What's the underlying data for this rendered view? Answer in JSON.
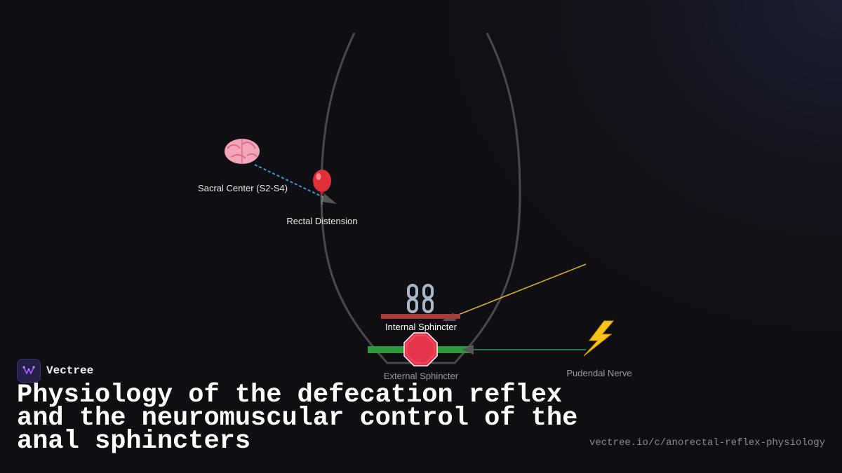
{
  "brand": {
    "name": "Vectree",
    "accent": "#a855f7"
  },
  "title": "Physiology of the defecation reflex and the neuromuscular control of the anal sphincters",
  "url": "vectree.io/c/anorectal-reflex-physiology",
  "diagram": {
    "labels": {
      "sacral_center": "Sacral Center (S2-S4)",
      "rectal_distension": "Rectal Distension",
      "internal_sphincter": "Internal Sphincter",
      "external_sphincter": "External Sphincter",
      "pudendal_nerve": "Pudendal Nerve"
    },
    "icons": {
      "sacral_center": "brain-icon",
      "rectal_distension": "balloon-icon",
      "internal_sphincter": "chain-icon",
      "external_sphincter": "stop-sign-icon",
      "pudendal_nerve": "lightning-icon"
    },
    "colors": {
      "rectum_outline": "#4a4a4e",
      "afferent_signal": "#3b9fd8",
      "internal_sphincter": "#a83a3a",
      "external_sphincter": "#2e9a3e",
      "pudendal_nerve": "#2e9a5e",
      "relaxation_signal": "#e0b030"
    }
  }
}
